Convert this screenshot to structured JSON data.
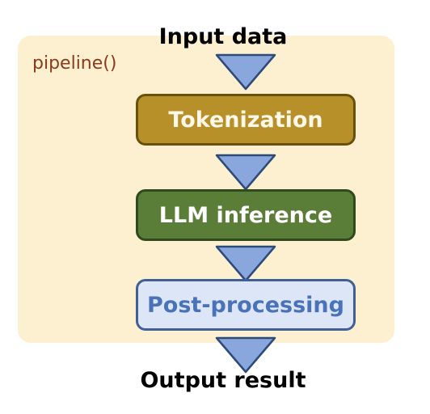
{
  "panel": {
    "label": "pipeline()"
  },
  "input": {
    "label": "Input data"
  },
  "output": {
    "label": "Output result"
  },
  "stages": [
    {
      "label": "Tokenization"
    },
    {
      "label": "LLM inference"
    },
    {
      "label": "Post-processing"
    }
  ],
  "colors": {
    "panel_bg": "#fdf0d0",
    "arrow_fill": "#8aa7dd",
    "arrow_stroke": "#2e4a7a",
    "tokenization": "#b8902a",
    "llm_inference": "#5a7d38",
    "post_processing": "#dde6f6"
  }
}
